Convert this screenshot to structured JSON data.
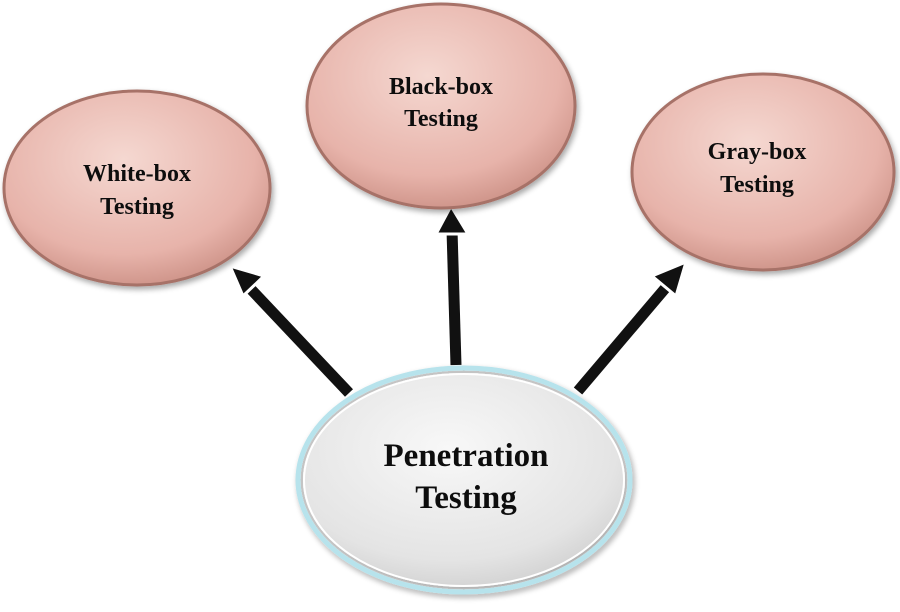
{
  "diagram": {
    "center": {
      "line1": "Penetration",
      "line2": "Testing"
    },
    "nodes": [
      {
        "id": "white-box",
        "line1": "White-box",
        "line2": "Testing"
      },
      {
        "id": "black-box",
        "line1": "Black-box",
        "line2": "Testing"
      },
      {
        "id": "gray-box",
        "line1": "Gray-box",
        "line2": "Testing"
      }
    ]
  },
  "colors": {
    "satellite_fill": "#e7b3aa",
    "satellite_highlight": "#f5d8d1",
    "satellite_edge": "#a77268",
    "center_fill": "#e4e4e4",
    "center_highlight": "#f8f8f8",
    "center_edge": "#b7e3ec",
    "arrow": "#111111"
  }
}
